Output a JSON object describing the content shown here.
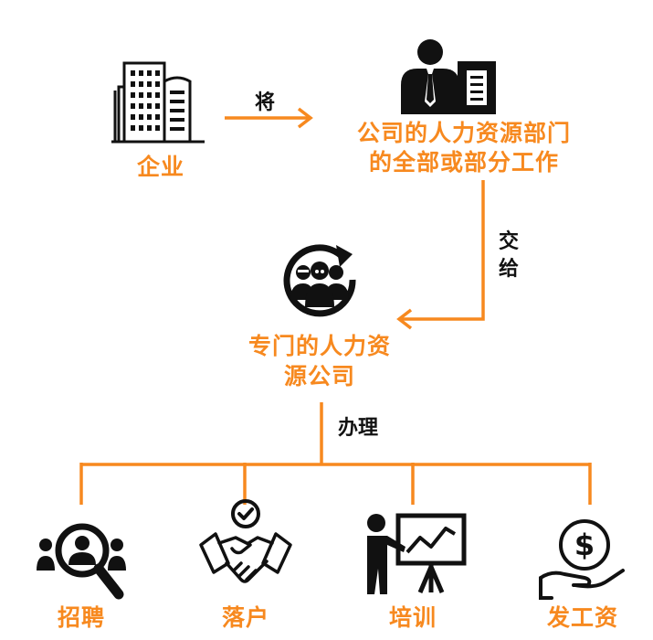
{
  "colors": {
    "accent": "#F7891F",
    "ink": "#111111"
  },
  "nodes": {
    "enterprise": {
      "label": "企业",
      "icon": "office-building-icon"
    },
    "hr_department": {
      "line1": "公司的人力资源部门",
      "line2": "的全部或部分工作",
      "icon": "businessman-icon"
    },
    "hr_company": {
      "line1": "专门的人力资",
      "line2": "源公司",
      "icon": "team-cycle-icon"
    }
  },
  "edges": {
    "enterprise_to_hr": "将",
    "hr_to_company": {
      "char1": "交",
      "char2": "给"
    },
    "company_to_services": "办理"
  },
  "services": [
    {
      "label": "招聘",
      "icon": "search-person-icon"
    },
    {
      "label": "落户",
      "icon": "handshake-icon"
    },
    {
      "label": "培训",
      "icon": "presentation-icon"
    },
    {
      "label": "发工资",
      "icon": "dollar-hand-icon"
    }
  ]
}
